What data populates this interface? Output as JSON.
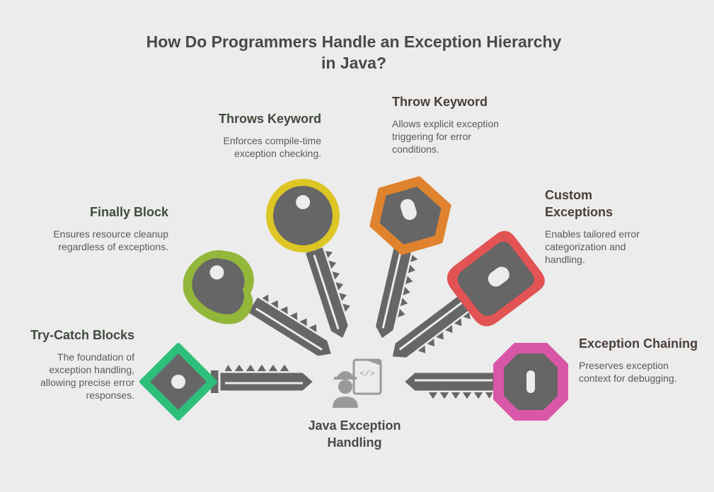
{
  "title": "How Do Programmers Handle an Exception Hierarchy in Java?",
  "center": {
    "label": "Java Exception Handling",
    "icon": "developer-icon"
  },
  "items": [
    {
      "title": "Try-Catch Blocks",
      "description": "The foundation of exception handling, allowing precise error responses.",
      "color": "#2ec07a"
    },
    {
      "title": "Finally Block",
      "description": "Ensures resource cleanup regardless of exceptions.",
      "color": "#93b73a"
    },
    {
      "title": "Throws Keyword",
      "description": "Enforces compile-time exception checking.",
      "color": "#dcc625"
    },
    {
      "title": "Throw Keyword",
      "description": "Allows explicit exception triggering for error conditions.",
      "color": "#e0832e"
    },
    {
      "title": "Custom Exceptions",
      "description": "Enables tailored error categorization and handling.",
      "color": "#e25353"
    },
    {
      "title": "Exception Chaining",
      "description": "Preserves exception context for debugging.",
      "color": "#d957a8"
    }
  ],
  "colors": {
    "key_body": "#666666",
    "background": "#ececec",
    "heading_dark_green": "#3f4a3c",
    "heading_dark_brown": "#4a3f38"
  }
}
